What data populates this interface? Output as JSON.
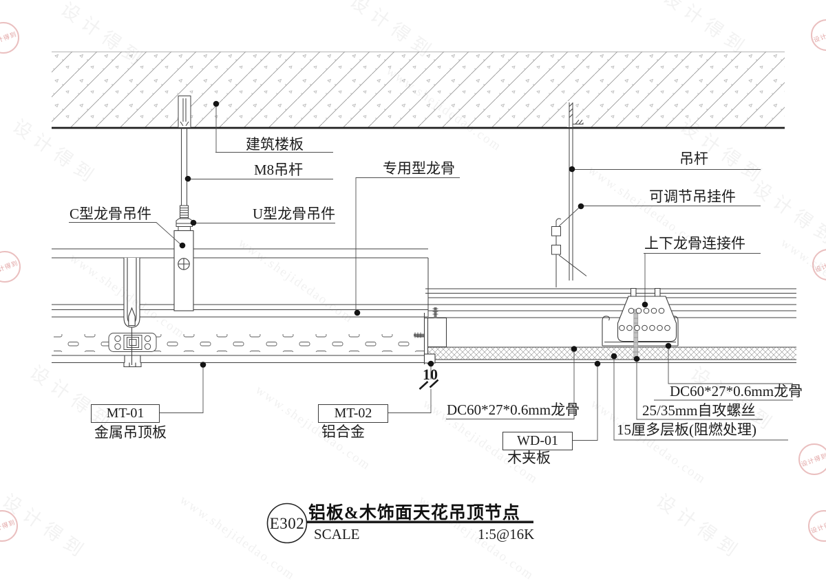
{
  "drawing_title_block": {
    "code": "E302",
    "title": "铝板&木饰面天花吊顶节点",
    "scale_label": "SCALE",
    "scale_value": "1:5@16K"
  },
  "annotations": {
    "building_slab": "建筑楼板",
    "m8_hanger_rod": "M8吊杆",
    "c_type_keel_hanger": "C型龙骨吊件",
    "u_type_keel_hanger": "U型龙骨吊件",
    "special_keel": "专用型龙骨",
    "hanger_rod": "吊杆",
    "adjustable_hanger": "可调节吊挂件",
    "upper_lower_keel_connector": "上下龙骨连接件",
    "mt01_code": "MT-01",
    "mt01_name": "金属吊顶板",
    "mt02_code": "MT-02",
    "mt02_name": "铝合金",
    "dc60_keel_left": "DC60*27*0.6mm龙骨",
    "dc60_keel_right": "DC60*27*0.6mm龙骨",
    "self_tapping_screw": "25/35mm自攻螺丝",
    "plywood_15": "15厘多层板(阻燃处理)",
    "wd01_code": "WD-01",
    "wd01_name": "木夹板",
    "gap_dimension": "10"
  },
  "watermark": {
    "text_cn": "设计得到",
    "text_url": "www.shejidedao.com"
  },
  "colors": {
    "line": "#3f3f3f",
    "watermark": "#d0d0d0",
    "stamp": "#c95656"
  }
}
